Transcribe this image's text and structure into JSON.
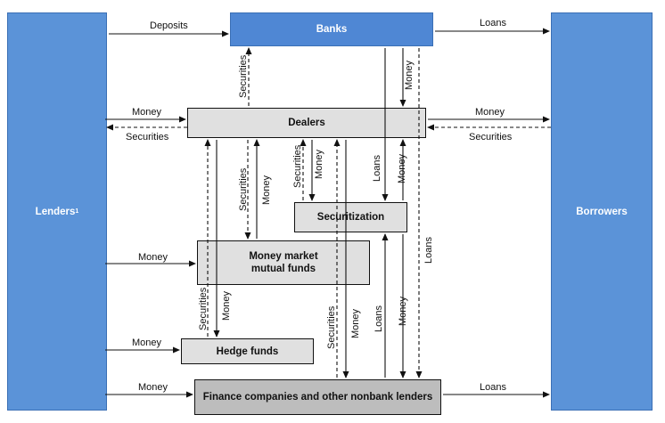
{
  "nodes": {
    "lenders": "Lenders",
    "lenders_note": "1",
    "borrowers": "Borrowers",
    "banks": "Banks",
    "dealers": "Dealers",
    "securitization": "Securitization",
    "mmf_line1": "Money market",
    "mmf_line2": "mutual funds",
    "hedge": "Hedge funds",
    "finance": "Finance companies and other nonbank lenders"
  },
  "labels": {
    "deposits": "Deposits",
    "loans": "Loans",
    "money": "Money",
    "securities": "Securities"
  },
  "colors": {
    "blue": "#5b93d8",
    "light_grey": "#e0e0e0",
    "dark_grey": "#bdbdbd"
  }
}
